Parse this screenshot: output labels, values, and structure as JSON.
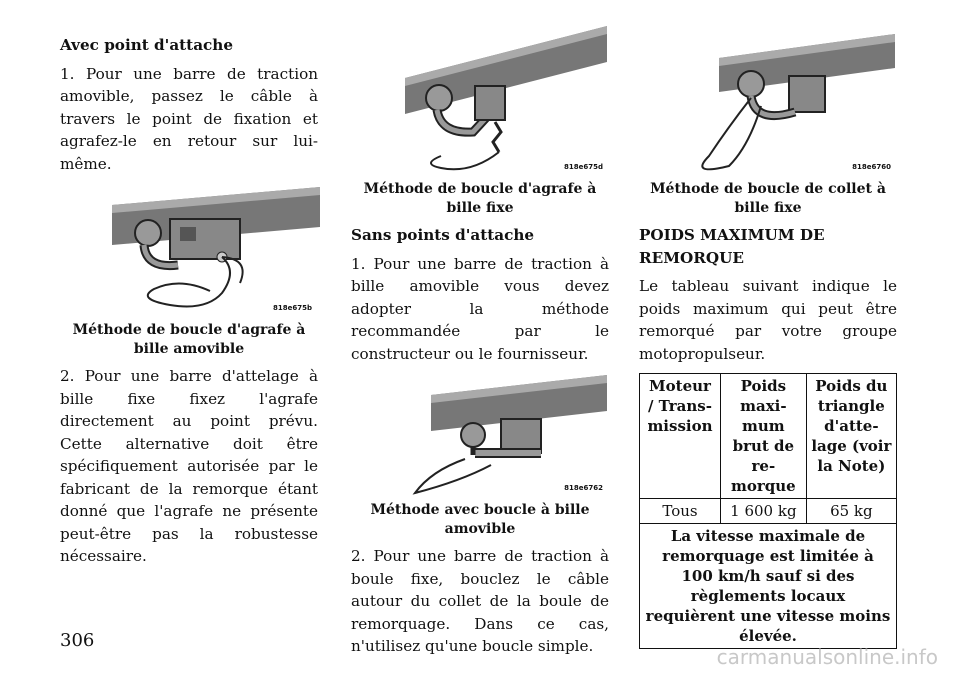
{
  "col1": {
    "heading": "Avec point d'attache",
    "para1": "1. Pour une barre de traction amovible, passez le câble à travers le point de fixation et agrafez-le en retour sur lui-même.",
    "fig_code": "818e675b",
    "caption": "Méthode de boucle d'agrafe à bille amovible",
    "para2": "2. Pour une barre d'attelage à bille fixe fixez l'agrafe directement au point prévu. Cette alternative doit être spécifiquement autorisée par le fabricant de la remorque étant donné que l'agrafe ne présente peut-être pas la robustesse nécessaire."
  },
  "col2": {
    "fig1_code": "818e675d",
    "fig1_caption": "Méthode de boucle d'agrafe à bille fixe",
    "heading": "Sans points d'attache",
    "para1": "1. Pour une barre de traction à bille amovible vous devez adopter la méthode recommandée par le constructeur ou le fournisseur.",
    "fig2_code": "818e6762",
    "fig2_caption": "Méthode avec boucle à bille amovible",
    "para2": "2. Pour une barre de traction à boule fixe, bouclez le câble autour du collet de la boule de remorquage. Dans ce cas, n'utilisez qu'une boucle simple."
  },
  "col3": {
    "fig_code": "818e6760",
    "caption": "Méthode de boucle de collet à bille fixe",
    "heading": "POIDS MAXIMUM DE REMORQUE",
    "para1": "Le tableau suivant indique le poids maximum qui peut être remorqué par votre groupe motopropulseur.",
    "table": {
      "headers": [
        "Moteur / Trans- mission",
        "Poids maxi- mum brut de re- morque",
        "Poids du triangle d'atte- lage (voir la Note)"
      ],
      "row": [
        "Tous",
        "1 600 kg",
        "65 kg"
      ],
      "note": "La vitesse maximale de remorquage est limitée à 100 km/h sauf si des règlements locaux requièrent une vitesse moins élevée."
    }
  },
  "page_number": "306",
  "watermark": "carmanualsonline.info"
}
